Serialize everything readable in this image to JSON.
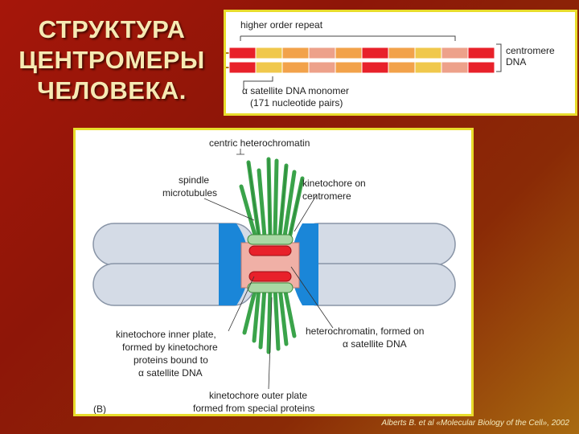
{
  "title": {
    "line1": "СТРУКТУРА",
    "line2": "ЦЕНТРОМЕРЫ",
    "line3": "ЧЕЛОВЕКА."
  },
  "dna_panel": {
    "higher_order_repeat": "higher order repeat",
    "centromere_line1": "centromere",
    "centromere_line2": "DNA",
    "monomer_line1": "α satellite DNA monomer",
    "monomer_line2": "(171 nucleotide pairs)"
  },
  "centromere_panel": {
    "centric_heterochromatin": "centric heterochromatin",
    "spindle_line1": "spindle",
    "spindle_line2": "microtubules",
    "kinetochore_line1": "kinetochore on",
    "kinetochore_line2": "centromere",
    "inner_line1": "kinetochore inner plate,",
    "inner_line2": "formed by kinetochore",
    "inner_line3": "proteins bound to",
    "inner_line4": "α satellite DNA",
    "hetero_line1": "heterochromatin, formed on",
    "hetero_line2": "α satellite DNA",
    "outer_line1": "kinetochore outer plate",
    "outer_line2": "formed from special proteins",
    "corner_mark": "(B)"
  },
  "citation": "Alberts B. et al «Molecular Biology of the Cell», 2002",
  "colors": {
    "red_block": "#e8212a",
    "orange_block": "#f2a24a",
    "pink_block": "#eda18a",
    "yellow_block": "#f0c84c",
    "chromatid": "#d4dbe6",
    "kinetochore_blue": "#1a86d8",
    "heterochromatin": "#f0b0a6",
    "microtubule": "#3aa34a"
  }
}
